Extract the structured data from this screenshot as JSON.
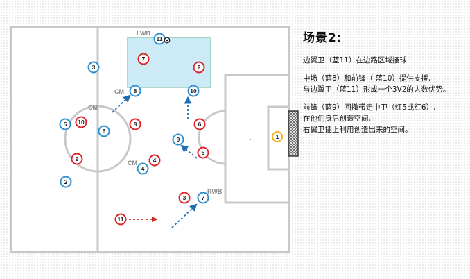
{
  "panel": {
    "title": "场景2:",
    "p1": "边翼卫（蓝11）在边路区域接球",
    "p2_l1": "中场（蓝8）和前锋（ 蓝10）提供支援,",
    "p2_l2": "与边翼卫（蓝11）形成一个3V2的人数优势。",
    "p3_l1": "前锋（蓝9）回撤带走中卫（红5或红6）,",
    "p3_l2": "在他们身后创造空间,",
    "p3_l3": "右翼卫插上利用创造出来的空间。"
  },
  "colors": {
    "blue_team": "#2b8fd0",
    "red_team": "#e0242a",
    "keeper": "#f2b21c",
    "zone_fill": "#cdebf7",
    "zone_border": "#9ccfb7",
    "pass_arrow": "#c0302a",
    "run_arrow": "#1f6fb5"
  },
  "labels": [
    {
      "id": "lwb",
      "text": "LWB"
    },
    {
      "id": "cm-top",
      "text": "CM"
    },
    {
      "id": "cm-left",
      "text": "CM"
    },
    {
      "id": "cm-low",
      "text": "CM"
    },
    {
      "id": "rwb",
      "text": "RWB"
    }
  ],
  "players": [
    {
      "id": "blue-11",
      "team": "blue",
      "number": "11"
    },
    {
      "id": "blue-3",
      "team": "blue",
      "number": "3"
    },
    {
      "id": "blue-8",
      "team": "blue",
      "number": "8"
    },
    {
      "id": "blue-10",
      "team": "blue",
      "number": "10"
    },
    {
      "id": "blue-5",
      "team": "blue",
      "number": "5"
    },
    {
      "id": "blue-6",
      "team": "blue",
      "number": "6"
    },
    {
      "id": "blue-9",
      "team": "blue",
      "number": "9"
    },
    {
      "id": "blue-4",
      "team": "blue",
      "number": "4"
    },
    {
      "id": "blue-2",
      "team": "blue",
      "number": "2"
    },
    {
      "id": "blue-7",
      "team": "blue",
      "number": "7"
    },
    {
      "id": "red-7",
      "team": "red",
      "number": "7"
    },
    {
      "id": "red-2",
      "team": "red",
      "number": "2"
    },
    {
      "id": "red-10",
      "team": "red",
      "number": "10"
    },
    {
      "id": "red-8",
      "team": "red",
      "number": "8"
    },
    {
      "id": "red-6",
      "team": "red",
      "number": "6"
    },
    {
      "id": "red-9",
      "team": "red",
      "number": "9"
    },
    {
      "id": "red-5",
      "team": "red",
      "number": "5"
    },
    {
      "id": "red-4",
      "team": "red",
      "number": "4"
    },
    {
      "id": "red-3",
      "team": "red",
      "number": "3"
    },
    {
      "id": "red-11",
      "team": "red",
      "number": "11"
    },
    {
      "id": "keeper-1",
      "team": "keeper",
      "number": "1"
    }
  ]
}
